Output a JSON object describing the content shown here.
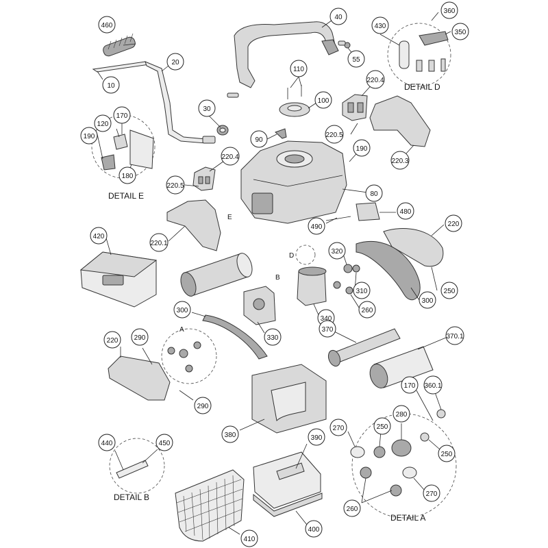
{
  "details": [
    {
      "id": "detail-d",
      "title": "DETAIL D"
    },
    {
      "id": "detail-e",
      "title": "DETAIL E"
    },
    {
      "id": "detail-b",
      "title": "DETAIL B"
    },
    {
      "id": "detail-a",
      "title": "DETAIL A"
    }
  ],
  "letters": {
    "e": "E",
    "d": "D",
    "b": "B",
    "a": "A"
  },
  "callouts": [
    {
      "name": "callout-460",
      "label": "460"
    },
    {
      "name": "callout-10",
      "label": "10"
    },
    {
      "name": "callout-20",
      "label": "20"
    },
    {
      "name": "callout-30",
      "label": "30"
    },
    {
      "name": "callout-40",
      "label": "40"
    },
    {
      "name": "callout-55",
      "label": "55"
    },
    {
      "name": "callout-110",
      "label": "110"
    },
    {
      "name": "callout-100",
      "label": "100"
    },
    {
      "name": "callout-90",
      "label": "90"
    },
    {
      "name": "callout-430",
      "label": "430"
    },
    {
      "name": "callout-360",
      "label": "360"
    },
    {
      "name": "callout-350",
      "label": "350"
    },
    {
      "name": "callout-220-4-top",
      "label": "220.4"
    },
    {
      "name": "callout-220-5-top",
      "label": "220.5"
    },
    {
      "name": "callout-220-3",
      "label": "220.3"
    },
    {
      "name": "callout-190-right",
      "label": "190"
    },
    {
      "name": "callout-120",
      "label": "120"
    },
    {
      "name": "callout-170-e",
      "label": "170"
    },
    {
      "name": "callout-190-e",
      "label": "190"
    },
    {
      "name": "callout-180",
      "label": "180"
    },
    {
      "name": "callout-220-4-left",
      "label": "220.4"
    },
    {
      "name": "callout-220-5-left",
      "label": "220.5"
    },
    {
      "name": "callout-80",
      "label": "80"
    },
    {
      "name": "callout-480",
      "label": "480"
    },
    {
      "name": "callout-490",
      "label": "490"
    },
    {
      "name": "callout-220-1",
      "label": "220.1"
    },
    {
      "name": "callout-220-right",
      "label": "220"
    },
    {
      "name": "callout-420",
      "label": "420"
    },
    {
      "name": "callout-320",
      "label": "320"
    },
    {
      "name": "callout-310",
      "label": "310"
    },
    {
      "name": "callout-250-right",
      "label": "250"
    },
    {
      "name": "callout-300-right",
      "label": "300"
    },
    {
      "name": "callout-260-mid",
      "label": "260"
    },
    {
      "name": "callout-340",
      "label": "340"
    },
    {
      "name": "callout-300-left",
      "label": "300"
    },
    {
      "name": "callout-330",
      "label": "330"
    },
    {
      "name": "callout-370",
      "label": "370"
    },
    {
      "name": "callout-370-1",
      "label": "370.1"
    },
    {
      "name": "callout-220-left",
      "label": "220"
    },
    {
      "name": "callout-290-top",
      "label": "290"
    },
    {
      "name": "callout-290-bottom",
      "label": "290"
    },
    {
      "name": "callout-170-a",
      "label": "170"
    },
    {
      "name": "callout-360-1",
      "label": "360.1"
    },
    {
      "name": "callout-380",
      "label": "380"
    },
    {
      "name": "callout-270-left",
      "label": "270"
    },
    {
      "name": "callout-250-a-left",
      "label": "250"
    },
    {
      "name": "callout-280",
      "label": "280"
    },
    {
      "name": "callout-250-a-right",
      "label": "250"
    },
    {
      "name": "callout-270-right",
      "label": "270"
    },
    {
      "name": "callout-260-a",
      "label": "260"
    },
    {
      "name": "callout-440",
      "label": "440"
    },
    {
      "name": "callout-450",
      "label": "450"
    },
    {
      "name": "callout-390",
      "label": "390"
    },
    {
      "name": "callout-410",
      "label": "410"
    },
    {
      "name": "callout-400",
      "label": "400"
    }
  ]
}
